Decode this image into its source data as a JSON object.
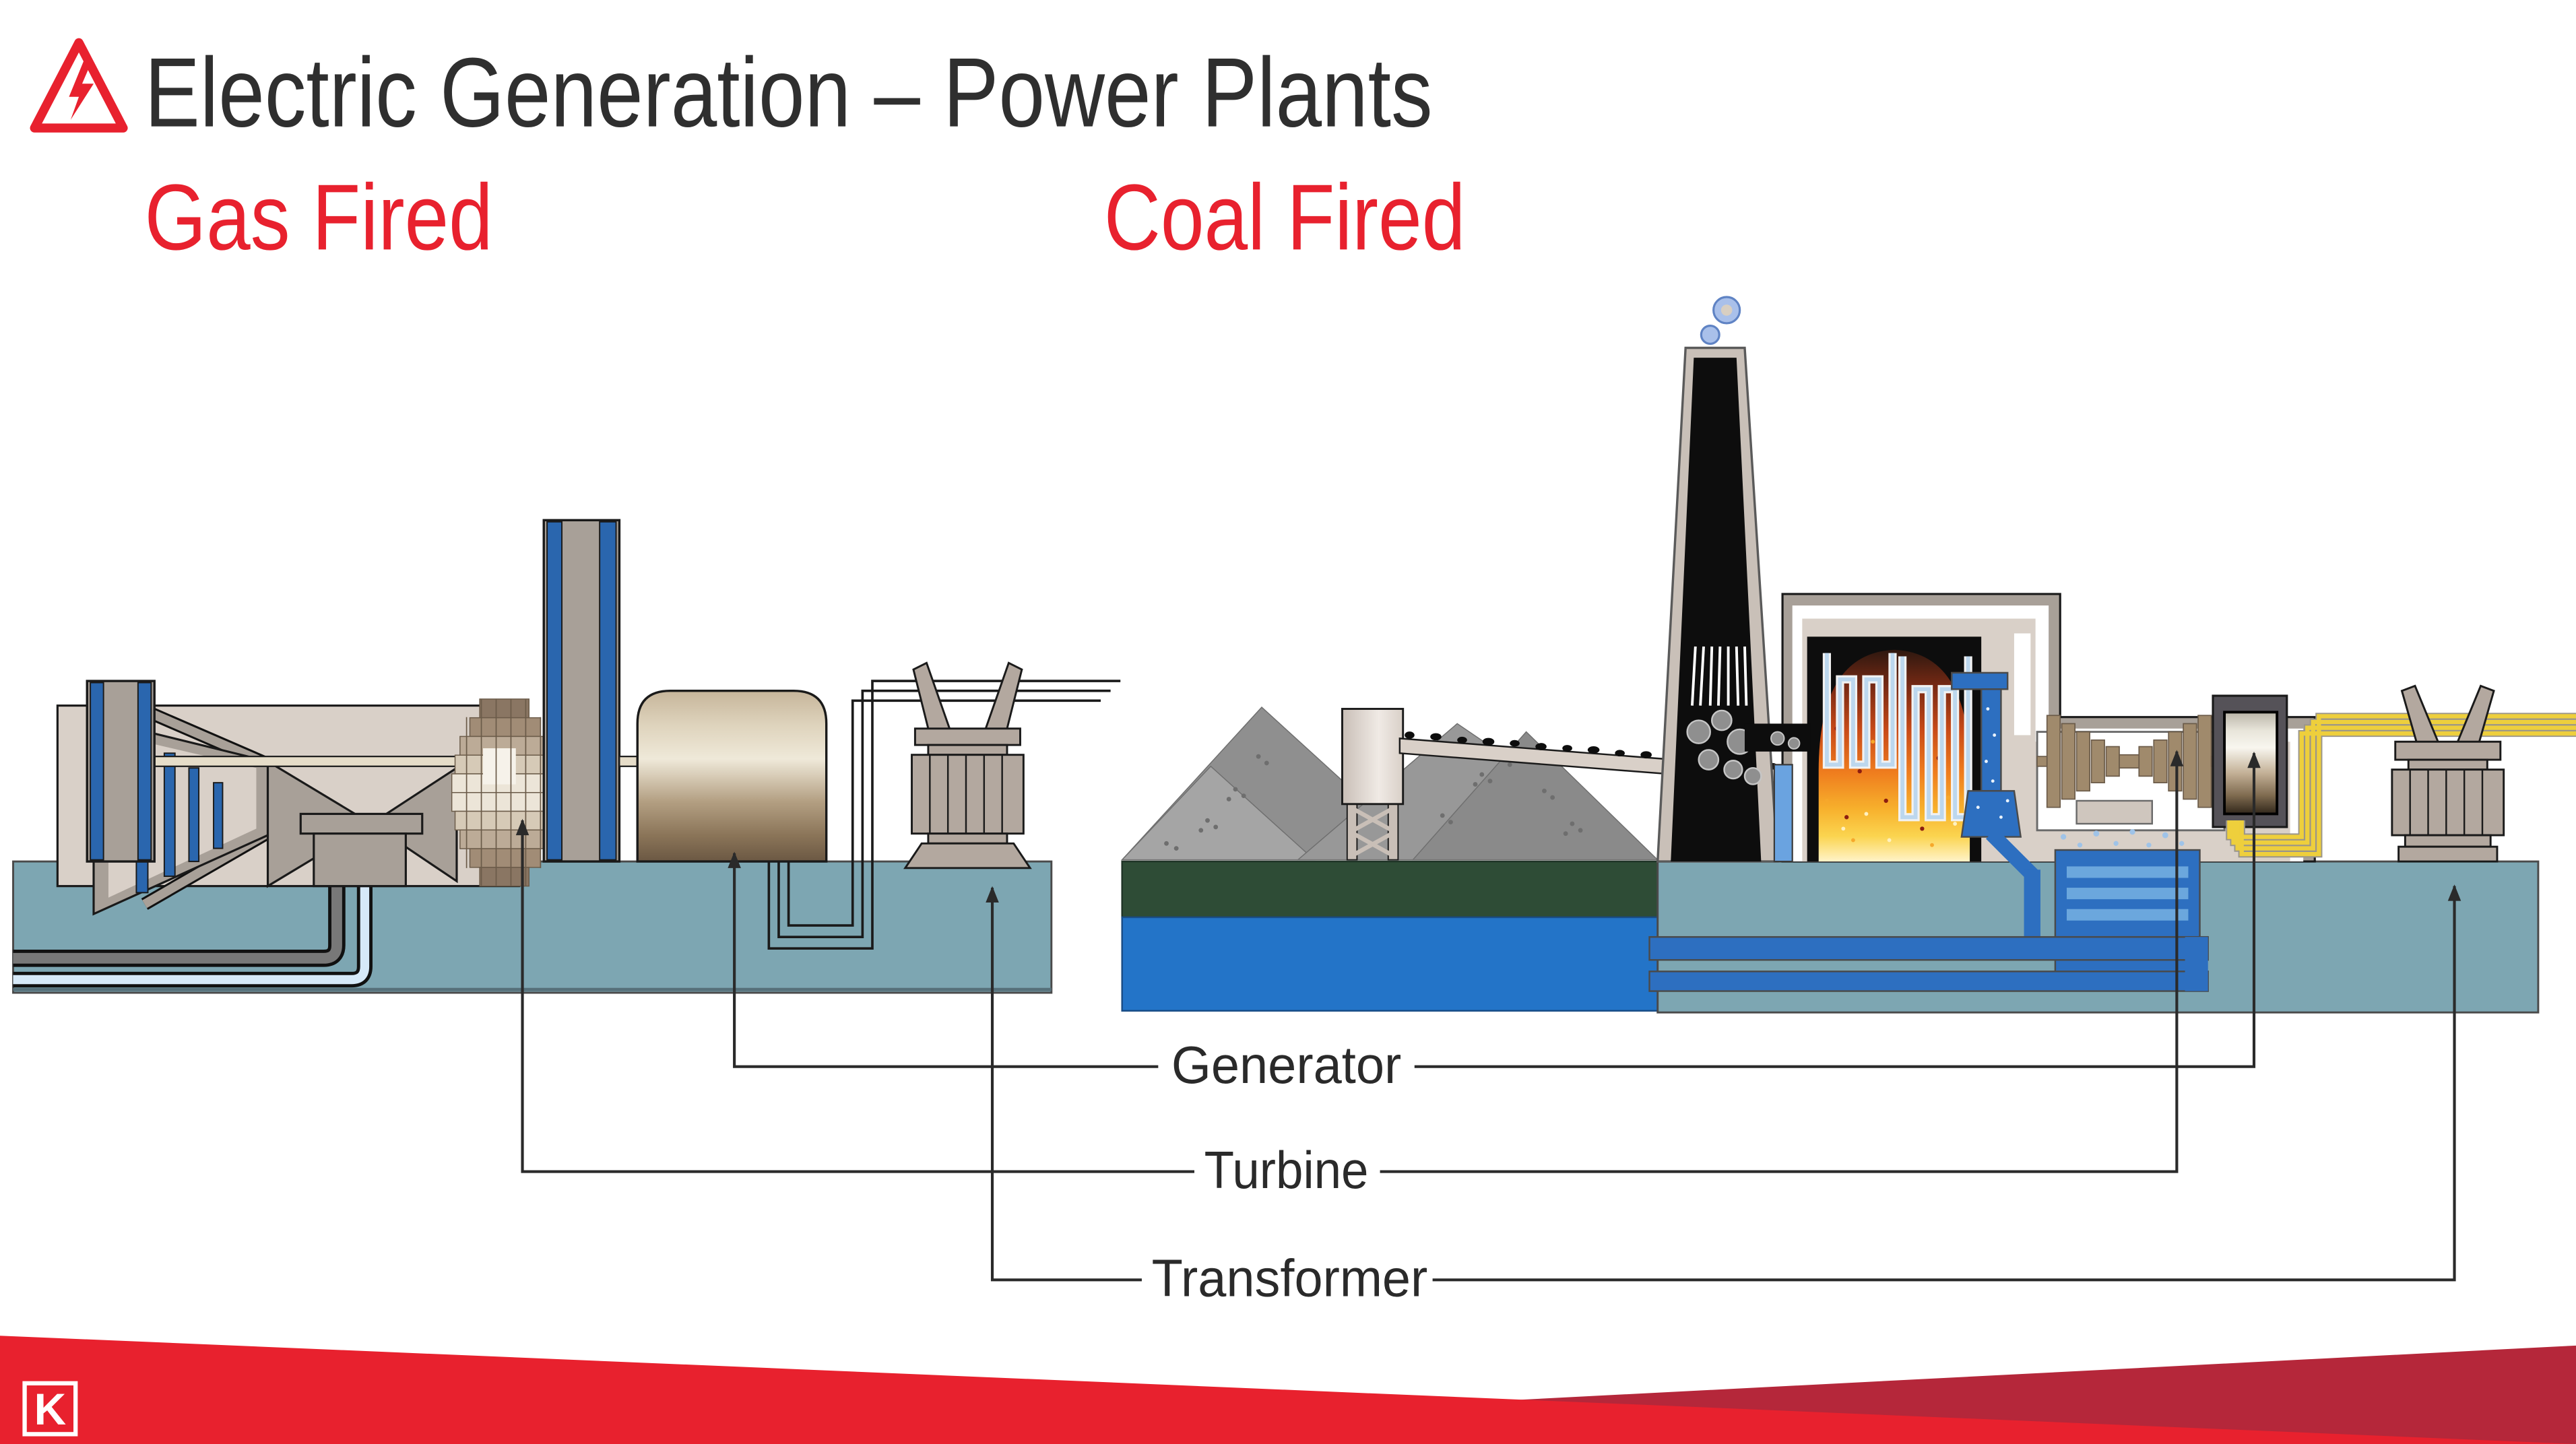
{
  "header": {
    "title": "Electric Generation – Power Plants",
    "subtitle_gas": "Gas Fired",
    "subtitle_coal": "Coal Fired"
  },
  "component_labels": {
    "generator": "Generator",
    "turbine": "Turbine",
    "transformer": "Transformer"
  },
  "logo": {
    "letter": "K"
  },
  "colors": {
    "accent_red": "#e8212e",
    "ribbon_dark_red": "#b5273a",
    "title_gray": "#2f2f2f",
    "label_gray": "#2a2a2a",
    "outline": "#1a1a1a",
    "platform_teal": "#7da6b2",
    "platform_edge": "#4a4a4a",
    "machine_gray": "#a8a098",
    "beige_light": "#d9d0c8",
    "tower_blue": "#2a66ae",
    "pipe_blue": "#2d6fc0",
    "water_blue": "#2374c8",
    "light_blue_col": "#6aa3e0",
    "pale_pipe": "#d6e9f8",
    "tube_blue": "#bcd7ee",
    "ground_green": "#2e4c36",
    "blade_tan": "#a08a6c",
    "transformer_gray": "#b3a89f",
    "cable_yellow": "#eecf3c",
    "smoke_gray": "#8f8f8f",
    "smoke_blue": "#a9c0ea",
    "coal_black": "#0d0d0d",
    "pile_gray_a": "#a5a5a5",
    "pile_gray_b": "#8f8f8f",
    "pile_gray_c": "#989898",
    "pile_gray_d": "#8a8a8a"
  }
}
